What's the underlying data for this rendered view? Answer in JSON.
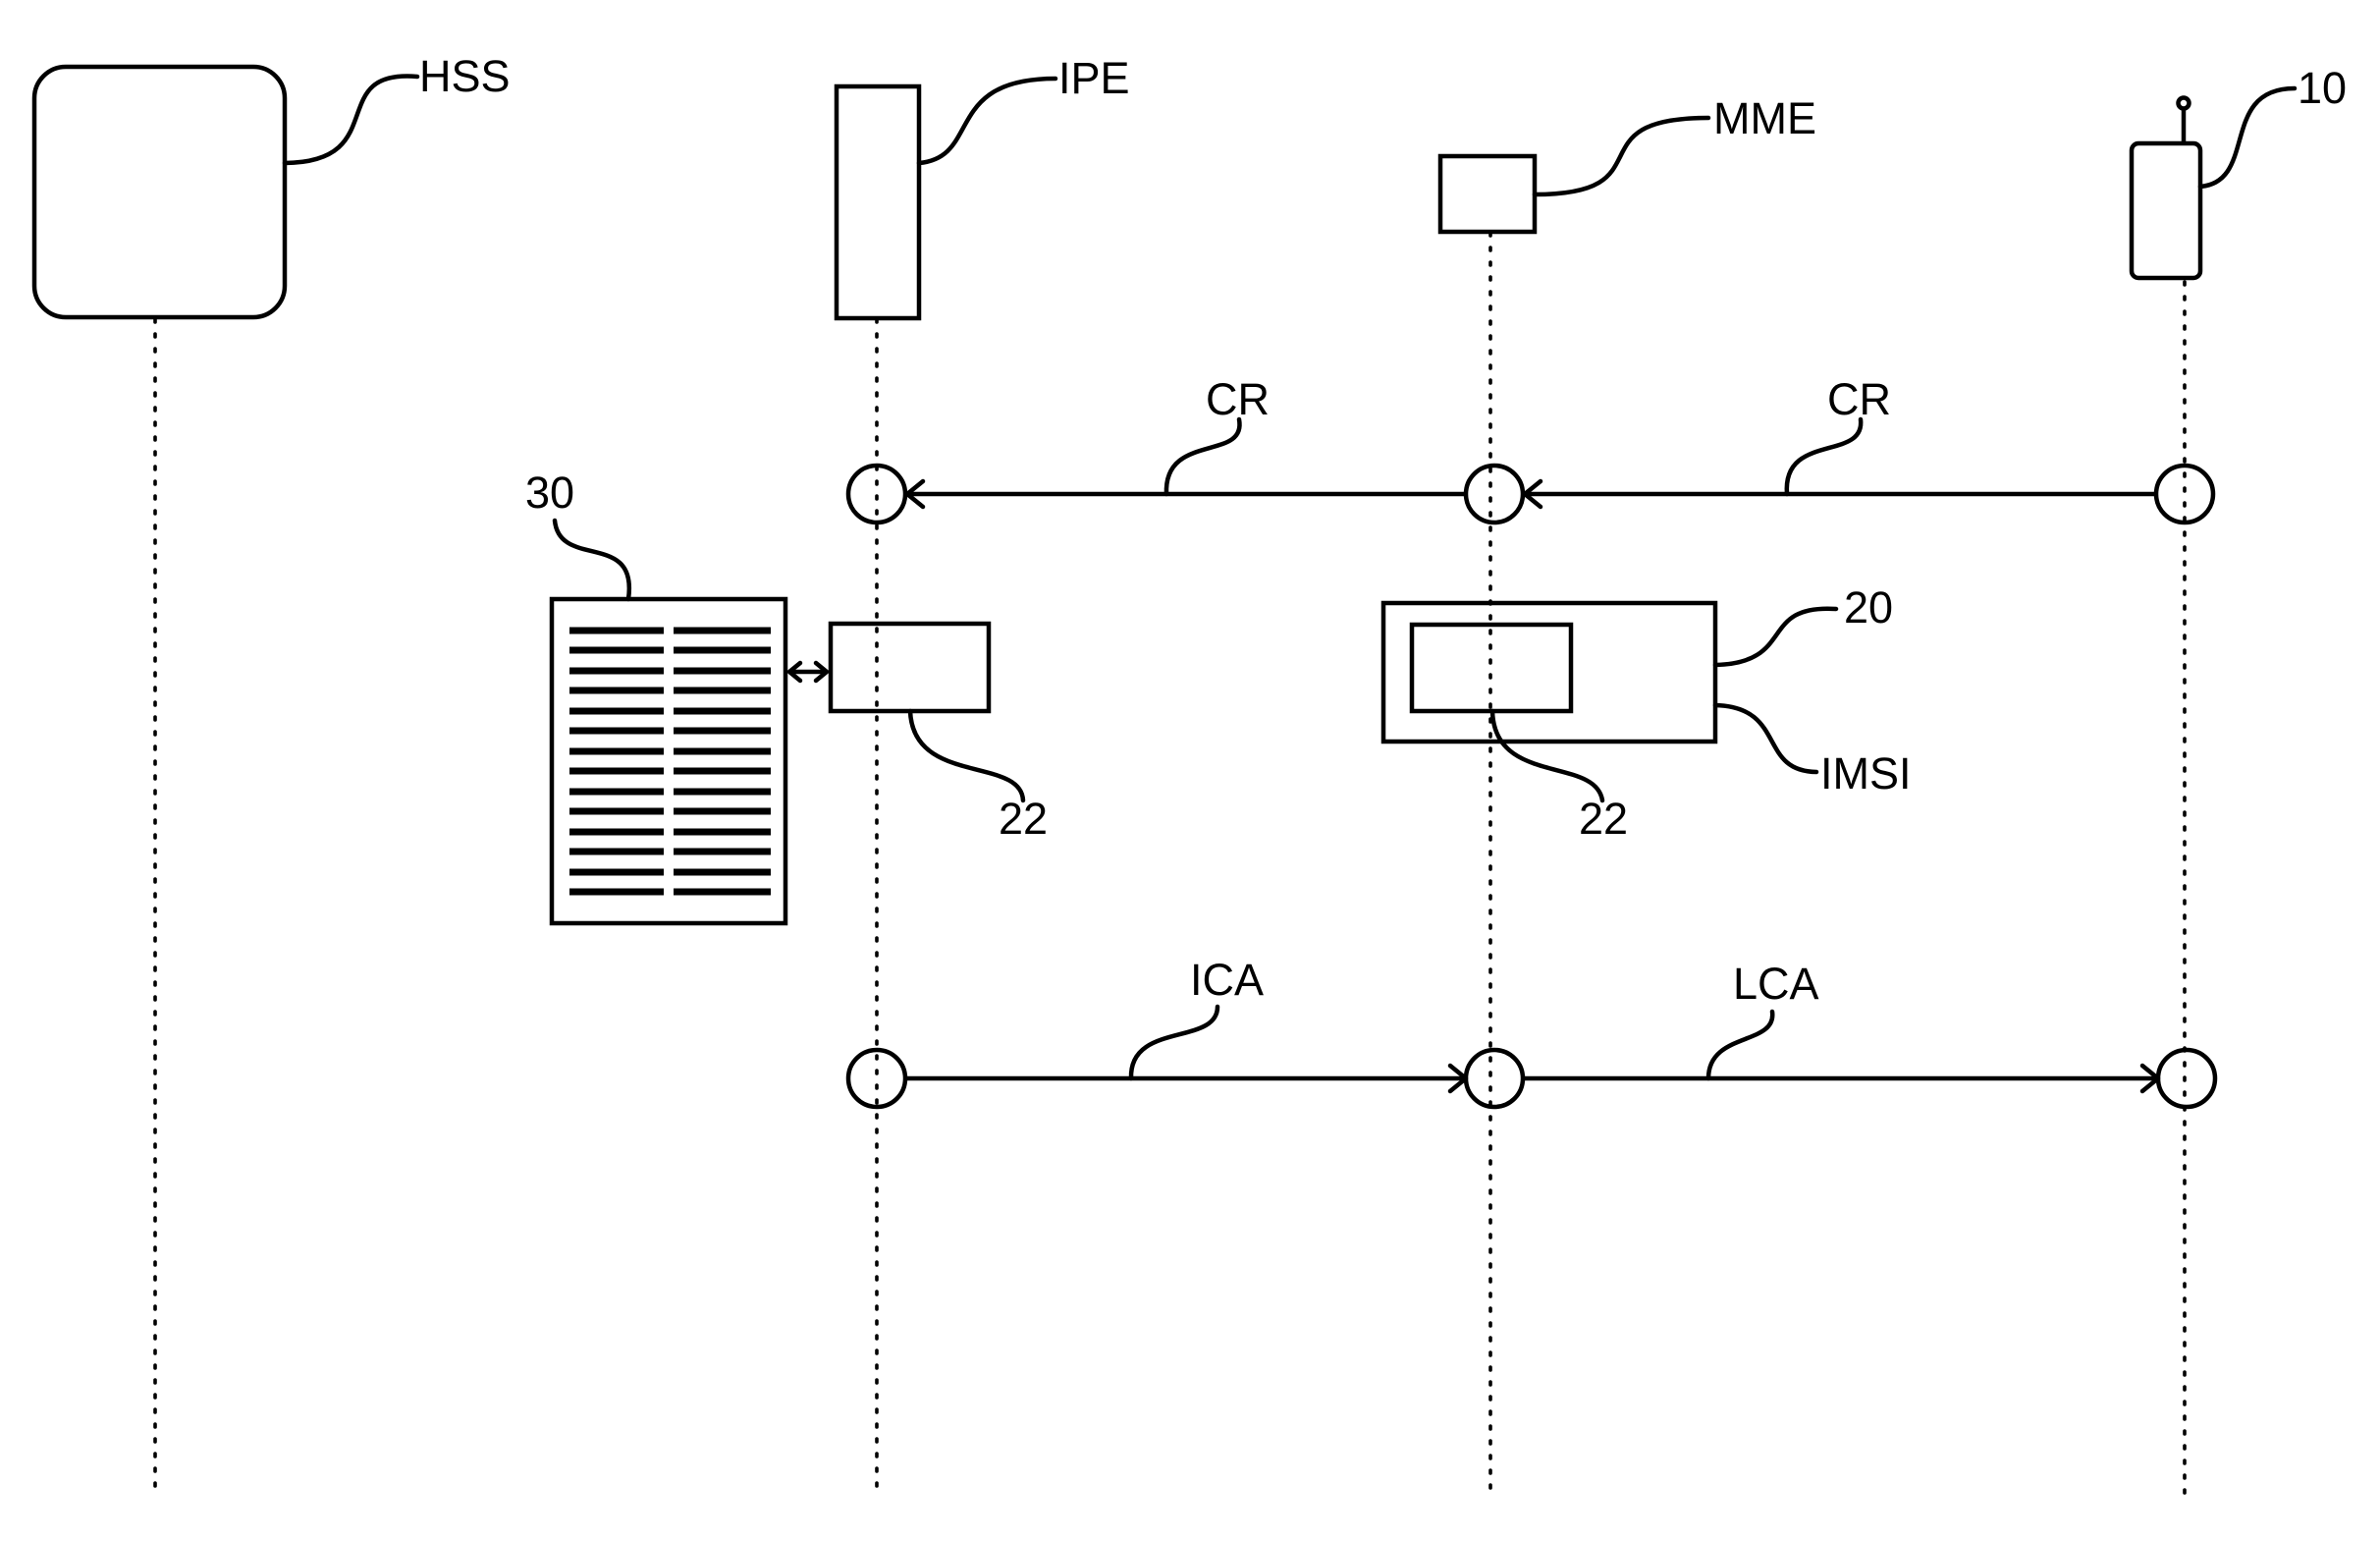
{
  "entities": {
    "hss": "HSS",
    "ipe": "IPE",
    "mme": "MME",
    "ue": "10"
  },
  "messages": {
    "cr_mme_ipe": "CR",
    "cr_ue_mme": "CR",
    "ica": "ICA",
    "lca": "LCA"
  },
  "references": {
    "table": "30",
    "record_ipe": "22",
    "container": "20",
    "imsi": "IMSI",
    "record_mme": "22"
  },
  "colors": {
    "stroke": "#000000",
    "background": "#ffffff"
  }
}
